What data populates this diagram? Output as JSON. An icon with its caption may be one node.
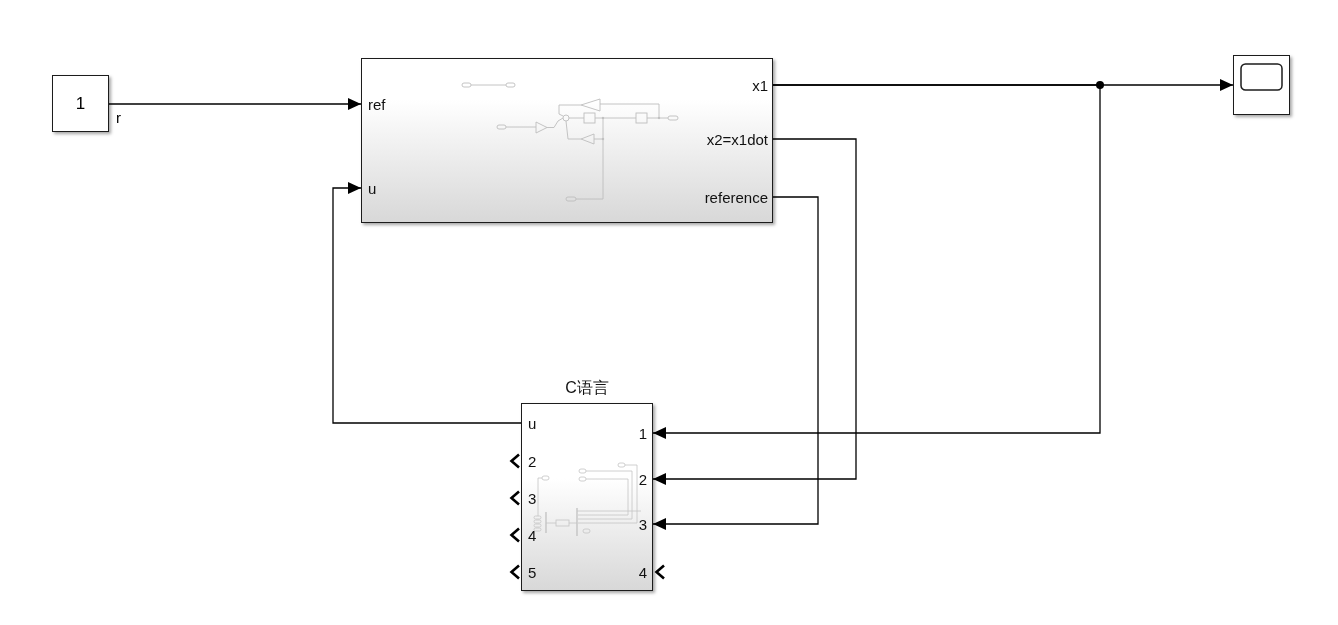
{
  "diagram": {
    "nodes": [
      {
        "text": [
          "1"
        ]
      },
      {
        "text": [
          "ref",
          "u",
          "x1",
          "x2=x1dot",
          "reference"
        ]
      },
      {
        "text": [],
        "shape": "box"
      },
      {
        "text": [
          "C语言",
          "u",
          "2",
          "3",
          "4",
          "5",
          "1",
          "2",
          "3",
          "4"
        ]
      }
    ],
    "edges": [
      {
        "from": 0,
        "to": 1,
        "arrow": "to",
        "label": "r"
      },
      {
        "from": 1,
        "to": 2,
        "arrow": "to"
      },
      {
        "from": 1,
        "to": 3,
        "arrow": "to"
      },
      {
        "from": 1,
        "to": 3,
        "arrow": "to"
      },
      {
        "from": 1,
        "to": 3,
        "arrow": "to"
      },
      {
        "from": 3,
        "to": 1,
        "arrow": "to"
      }
    ]
  }
}
